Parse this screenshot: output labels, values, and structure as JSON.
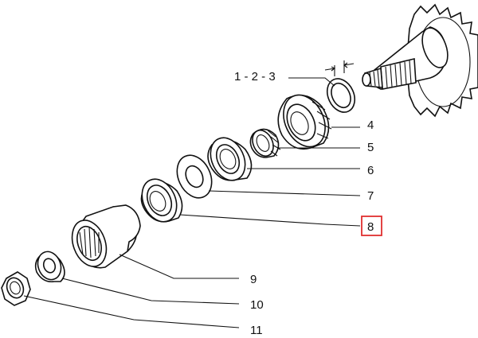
{
  "diagram": {
    "labels": [
      {
        "id": "1-2-3",
        "text": "1 - 2 - 3"
      },
      {
        "id": "4",
        "text": "4"
      },
      {
        "id": "5",
        "text": "5"
      },
      {
        "id": "6",
        "text": "6"
      },
      {
        "id": "7",
        "text": "7"
      },
      {
        "id": "8",
        "text": "8",
        "highlighted": true
      },
      {
        "id": "9",
        "text": "9"
      },
      {
        "id": "10",
        "text": "10"
      },
      {
        "id": "11",
        "text": "11"
      }
    ],
    "highlight_color": "#e03030",
    "line_color": "#111111"
  }
}
